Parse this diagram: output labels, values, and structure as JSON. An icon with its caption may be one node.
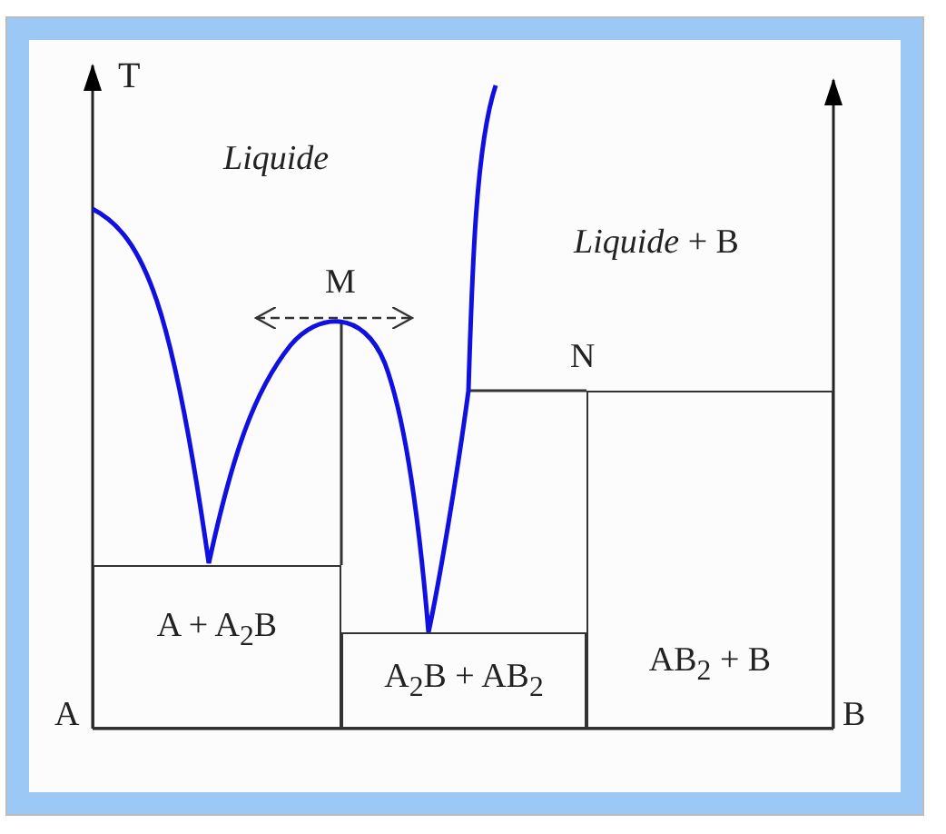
{
  "diagram": {
    "nodes": [
      {
        "text": [
          "A + A$_{2}$B"
        ]
      },
      {
        "text": [
          "A$_{2}$B + AB$_{2}$"
        ]
      },
      {
        "text": [
          "AB$_{2}$ + B"
        ]
      }
    ],
    "labels": [
      "T",
      "Liquide",
      "M",
      "*Liquide* + B",
      "N",
      "A",
      "B"
    ]
  }
}
